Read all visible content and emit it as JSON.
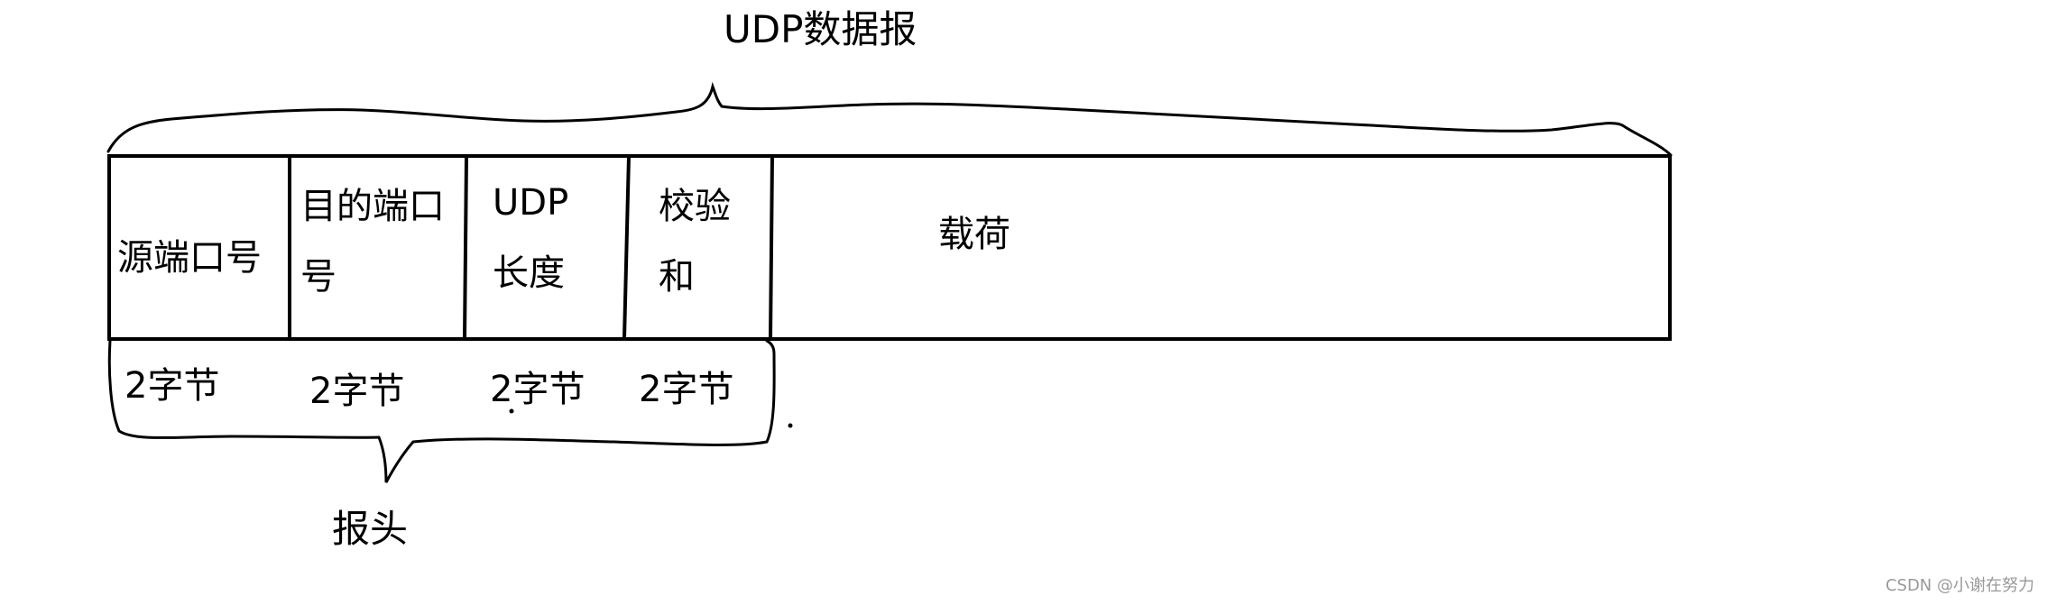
{
  "diagram": {
    "title": "UDP数据报",
    "fields": [
      {
        "id": "src-port",
        "label": "源端口号"
      },
      {
        "id": "dst-port",
        "label": "目的端口号"
      },
      {
        "id": "udp-length",
        "label": "UDP长度"
      },
      {
        "id": "checksum",
        "label": "校验和"
      },
      {
        "id": "payload",
        "label": "载荷"
      }
    ],
    "byte_labels": [
      "2字节",
      "2字节",
      "2字节",
      "2字节"
    ],
    "header_label": "报头",
    "watermark": "CSDN @小谢在努力",
    "colors": {
      "stroke": "#000000",
      "background": "#ffffff",
      "watermark": "#999999"
    }
  }
}
